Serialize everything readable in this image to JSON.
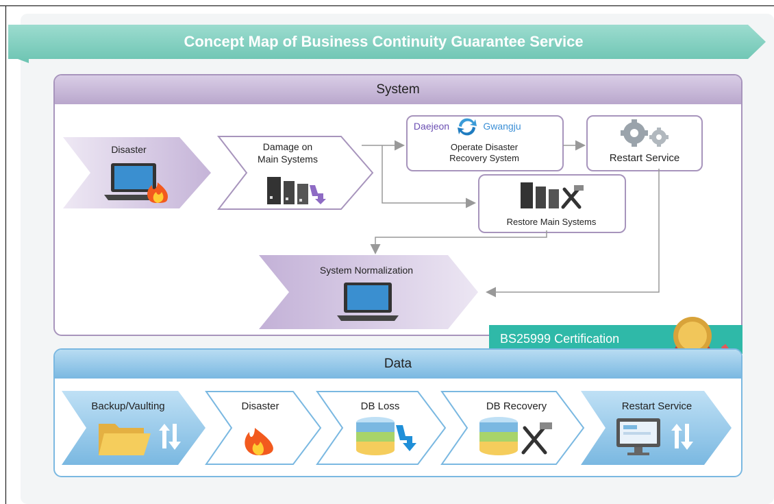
{
  "title": "Concept Map of Business Continuity Guarantee Service",
  "system": {
    "header": "System",
    "disaster": "Disaster",
    "damage_line1": "Damage on",
    "damage_line2": "Main Systems",
    "daejeon": "Daejeon",
    "gwangju": "Gwangju",
    "operate_line1": "Operate Disaster",
    "operate_line2": "Recovery System",
    "restart_service": "Restart Service",
    "restore_main": "Restore Main Systems",
    "normalization": "System Normalization"
  },
  "certification": "BS25999 Certification",
  "data": {
    "header": "Data",
    "steps": [
      "Backup/Vaulting",
      "Disaster",
      "DB Loss",
      "DB Recovery",
      "Restart Service"
    ]
  },
  "colors": {
    "teal_banner": "#7fcfbf",
    "system_purple": "#b9a7cc",
    "data_blue": "#7ab8e1",
    "cert_teal": "#2fb9a8"
  }
}
